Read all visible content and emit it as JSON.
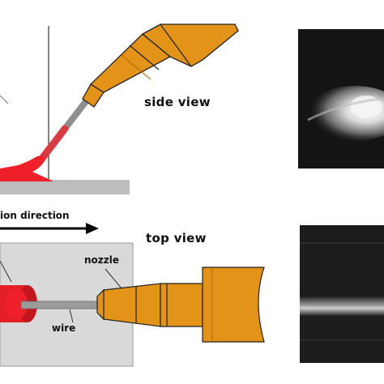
{
  "figure": {
    "side_view_label": "side view",
    "top_view_label": "top view",
    "direction_label": "ion direction",
    "nozzle_label": "nozzle",
    "wire_label": "wire"
  },
  "colors": {
    "nozzle_fill": "#E29318",
    "nozzle_dark": "#B46E0E",
    "melt_red": "#F0202A",
    "plate_gray": "#BDBDBD",
    "wire_gray": "#8F8F8F",
    "photo_black": "#141414"
  }
}
